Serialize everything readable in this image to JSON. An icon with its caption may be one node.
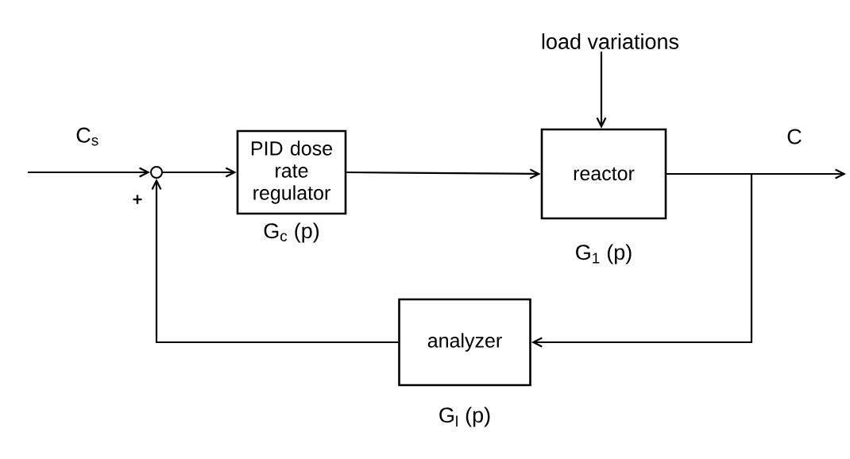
{
  "diagram": {
    "nodes": [
      {
        "text": [],
        "shape": "circle"
      },
      {
        "text": [
          "PID dose rate regulator"
        ],
        "beside": [
          "G$_{c}$ (p)"
        ]
      },
      {
        "text": [
          "reactor"
        ],
        "beside": [
          "G$_{1}$ (p)"
        ]
      },
      {
        "text": [
          "analyzer"
        ],
        "beside": [
          "G$_{l}$ (p)"
        ]
      },
      {
        "text": [
          "load variations"
        ]
      }
    ],
    "edges": [
      {
        "from": null,
        "to": 0,
        "arrow": "to",
        "label": "C$_{s}$"
      },
      {
        "from": 0,
        "to": 1,
        "arrow": "to"
      },
      {
        "from": 1,
        "to": 2,
        "arrow": "to"
      },
      {
        "from": 4,
        "to": 2,
        "arrow": "to"
      },
      {
        "from": 2,
        "to": null,
        "arrow": "to",
        "label": "C"
      },
      {
        "from": 2,
        "to": 3,
        "arrow": "to"
      },
      {
        "from": 3,
        "to": 0,
        "arrow": "to"
      }
    ],
    "labels": [
      "+"
    ]
  }
}
